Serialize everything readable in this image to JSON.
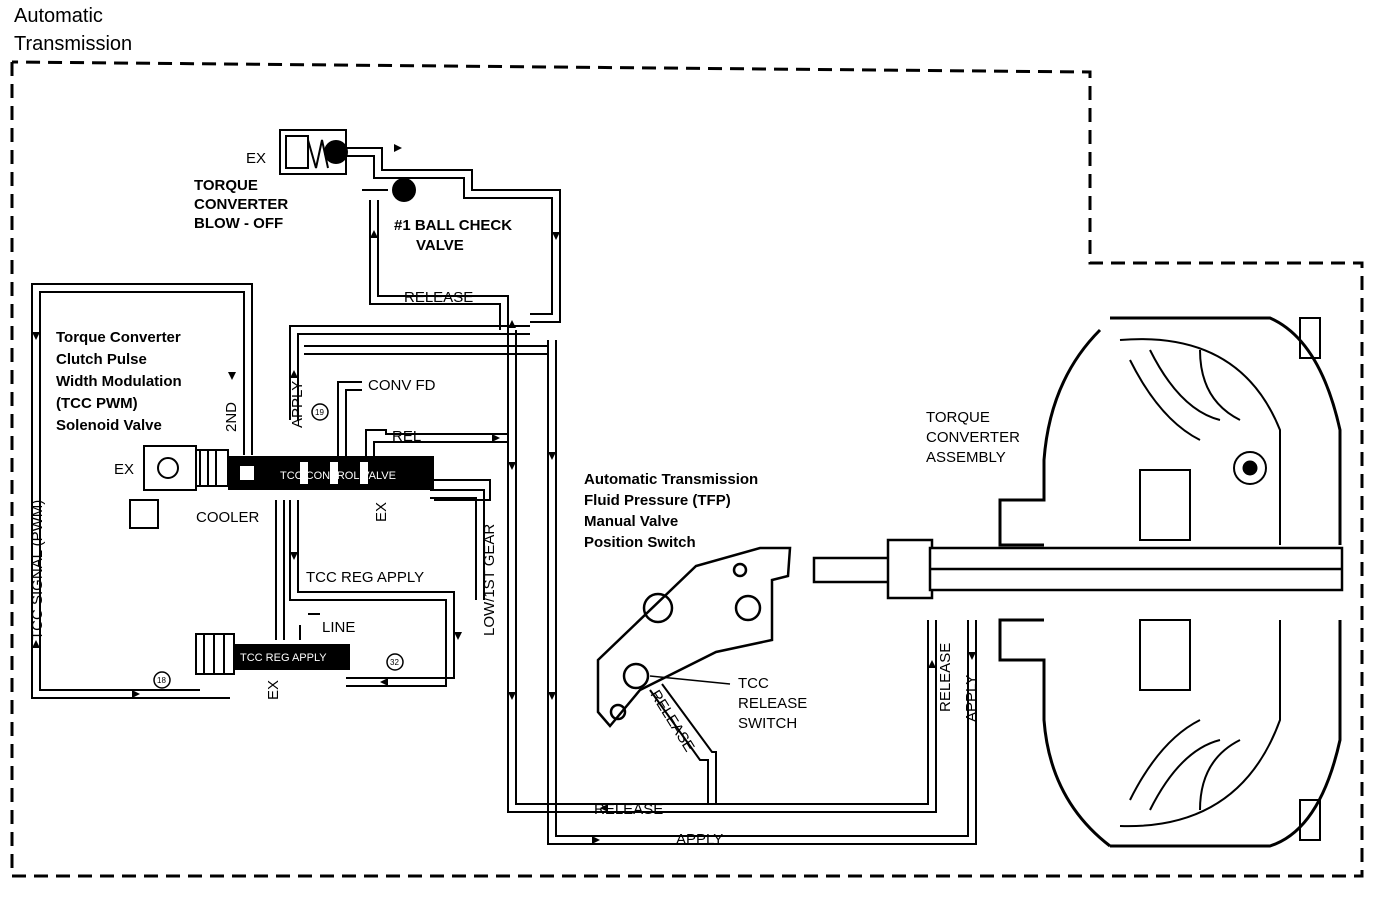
{
  "title": {
    "line1": "Automatic",
    "line2": "Transmission"
  },
  "labels": {
    "ex_blowoff": "EX",
    "blowoff_1": "TORQUE",
    "blowoff_2": "CONVERTER",
    "blowoff_3": "BLOW - OFF",
    "ball_1": "#1 BALL CHECK",
    "ball_2": "VALVE",
    "release_top": "RELEASE",
    "solenoid_1": "Torque Converter",
    "solenoid_2": "Clutch Pulse",
    "solenoid_3": "Width Modulation",
    "solenoid_4": "(TCC PWM)",
    "solenoid_5": "Solenoid Valve",
    "second": "2ND",
    "apply_vert": "APPLY",
    "conv_fd": "CONV FD",
    "rel": "REL",
    "ex_solenoid": "EX",
    "tcc_control_valve": "TCC CONTROL VALVE",
    "cooler": "COOLER",
    "ex_control": "EX",
    "low_1st_gear": "LOW/1ST GEAR",
    "tcc_signal": "TCC SIGNAL (PWM)",
    "tcc_reg_apply_line": "TCC REG APPLY",
    "line": "LINE",
    "tcc_reg_apply_valve": "TCC REG APPLY",
    "ex_reg": "EX",
    "tfp_1": "Automatic Transmission",
    "tfp_2": "Fluid Pressure (TFP)",
    "tfp_3": "Manual Valve",
    "tfp_4": "Position Switch",
    "tcc_release_1": "TCC",
    "tcc_release_2": "RELEASE",
    "tcc_release_3": "SWITCH",
    "release_switch_diag": "RELEASE",
    "release_bottom": "RELEASE",
    "apply_bottom": "APPLY",
    "release_vert_right": "RELEASE",
    "apply_vert_right": "APPLY",
    "tc_1": "TORQUE",
    "tc_2": "CONVERTER",
    "tc_3": "ASSEMBLY"
  },
  "orifices": {
    "o19": "19",
    "o18": "18",
    "o32": "32"
  }
}
